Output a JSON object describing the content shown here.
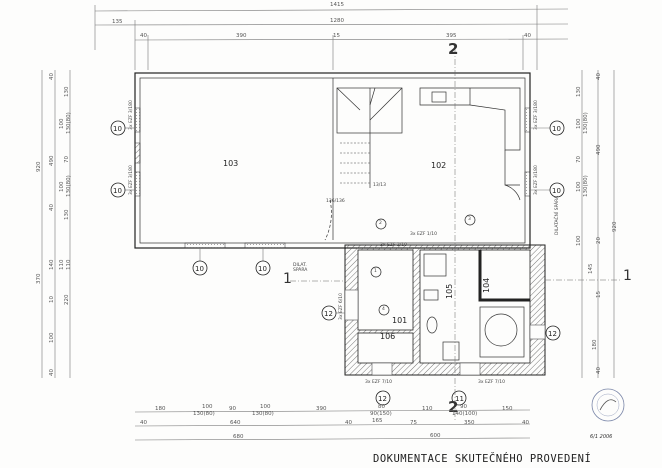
{
  "title": "DOKUMENTACE SKUTEČNÉHO PROVEDENÍ",
  "rooms": [
    "103",
    "102",
    "101",
    "106",
    "105",
    "104"
  ],
  "top_dims": {
    "overall": "1415",
    "row2": [
      "135",
      "1280"
    ],
    "row3": [
      "40",
      "390",
      "15",
      "395",
      "40"
    ]
  },
  "bottom_dims": {
    "row1": [
      "180",
      "100",
      "130(80)",
      "90",
      "100",
      "130(80)",
      "390",
      "80",
      "90(150)",
      "110",
      "90",
      "140(100)",
      "150"
    ],
    "row2": [
      "40",
      "640",
      "40",
      "165",
      "75",
      "350",
      "40"
    ],
    "row3": [
      "680",
      "600"
    ]
  },
  "left_dims": {
    "outer": [
      "920",
      "370"
    ],
    "mid": [
      "40",
      "490",
      "40",
      "140",
      "10",
      "100",
      "40"
    ],
    "inner": [
      "130",
      "100",
      "130(80)",
      "70",
      "100",
      "130(80)",
      "130",
      "110",
      "110",
      "220"
    ]
  },
  "right_dims": {
    "outer": [
      "920"
    ],
    "mid": [
      "40",
      "490",
      "20",
      "15",
      "40"
    ],
    "inner": [
      "130",
      "100",
      "130(80)",
      "70",
      "100",
      "130(80)",
      "100",
      "145",
      "180"
    ]
  },
  "window_bubbles": [
    "10",
    "10",
    "10",
    "10",
    "10",
    "10",
    "12",
    "12",
    "12",
    "11"
  ],
  "door_bubbles": [
    "2",
    "3",
    "1",
    "4"
  ],
  "section_marks": [
    "2",
    "2",
    "1",
    "1"
  ],
  "window_labels": [
    "3x EZF 3/180",
    "3x EZF 3/180",
    "3x EZF 3/180",
    "3x EZF 3/180",
    "3x EZF 1/10",
    "3x EZF 2/10",
    "3x EZF 7/10",
    "3x EZF 7/10",
    "3x EZF 6/10"
  ],
  "notes": {
    "dilat_left": [
      "DILAT.",
      "SPÁRA"
    ],
    "dilat_right": "DILATAČNÍ SPÁRA",
    "stair_up": "13/13",
    "stair_label": "136/136"
  },
  "signature": "6/1 2006",
  "colors": {
    "ink": "#222222",
    "paper": "#fdfdfc",
    "hatch": "#555555"
  }
}
